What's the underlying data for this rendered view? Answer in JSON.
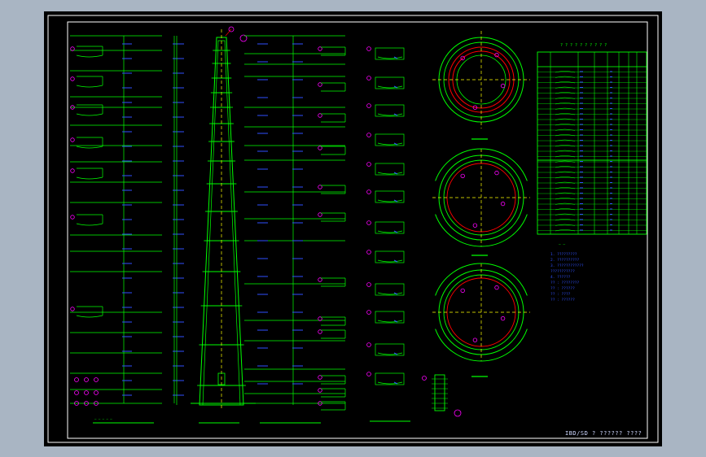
{
  "drawing": {
    "background": "#000000",
    "frame_color": "#ffffff",
    "line_color": "#00ff00",
    "red_color": "#ff0000",
    "magenta_color": "#ff00ff",
    "yellow_color": "#ffff00",
    "blue_color": "#3050ff",
    "title_text": "IBD/SD ? ??????   ????"
  },
  "table": {
    "header_text": "? ? ? ? ? ? ? ? ? ?"
  },
  "notes": {
    "lines": [
      "1. ?????????",
      "2. ??????????",
      "3. ????????????",
      "   ???????????",
      "4. ??????",
      "   ?? : ????????",
      "   ?? : ??????",
      "   ?? : ????",
      "   ?? : ??????"
    ]
  }
}
